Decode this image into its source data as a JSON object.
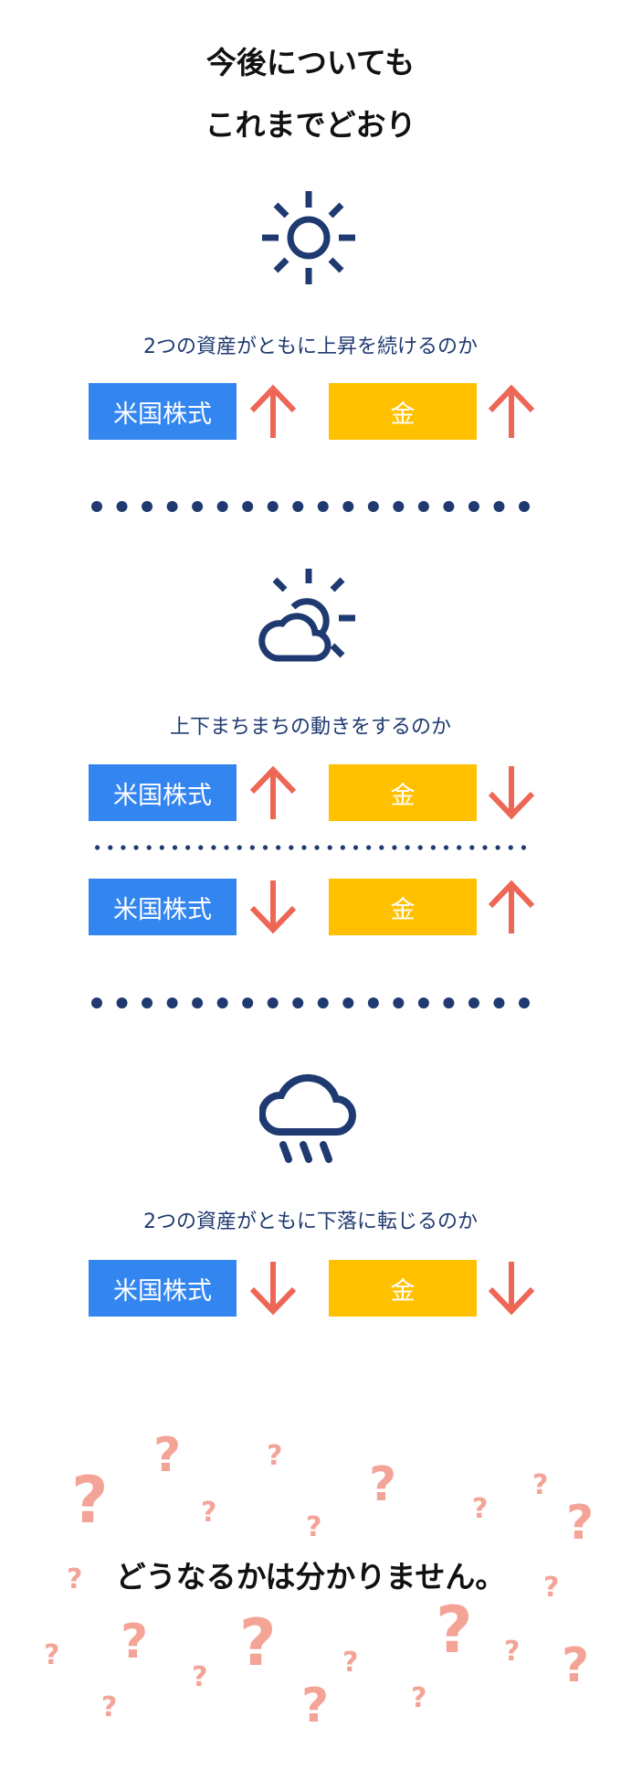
{
  "title": {
    "line1": "今後についても",
    "line2": "これまでどおり"
  },
  "scenarios": [
    {
      "icon": "sun-icon",
      "caption": "2つの資産がともに上昇を続けるのか",
      "rows": [
        {
          "stock": "米国株式",
          "stock_dir": "up",
          "gold": "金",
          "gold_dir": "up"
        }
      ]
    },
    {
      "icon": "cloud-sun-icon",
      "caption": "上下まちまちの動きをするのか",
      "rows": [
        {
          "stock": "米国株式",
          "stock_dir": "up",
          "gold": "金",
          "gold_dir": "down"
        },
        {
          "stock": "米国株式",
          "stock_dir": "down",
          "gold": "金",
          "gold_dir": "up"
        }
      ]
    },
    {
      "icon": "rain-cloud-icon",
      "caption": "2つの資産がともに下落に転じるのか",
      "rows": [
        {
          "stock": "米国株式",
          "stock_dir": "down",
          "gold": "金",
          "gold_dir": "down"
        }
      ]
    }
  ],
  "conclusion": "どうなるかは分かりません。",
  "question_mark": "?",
  "colors": {
    "navy": "#1f3a70",
    "stock": "#3385f0",
    "gold": "#ffc000",
    "arrow": "#ee6655",
    "question": "#f4a497"
  }
}
